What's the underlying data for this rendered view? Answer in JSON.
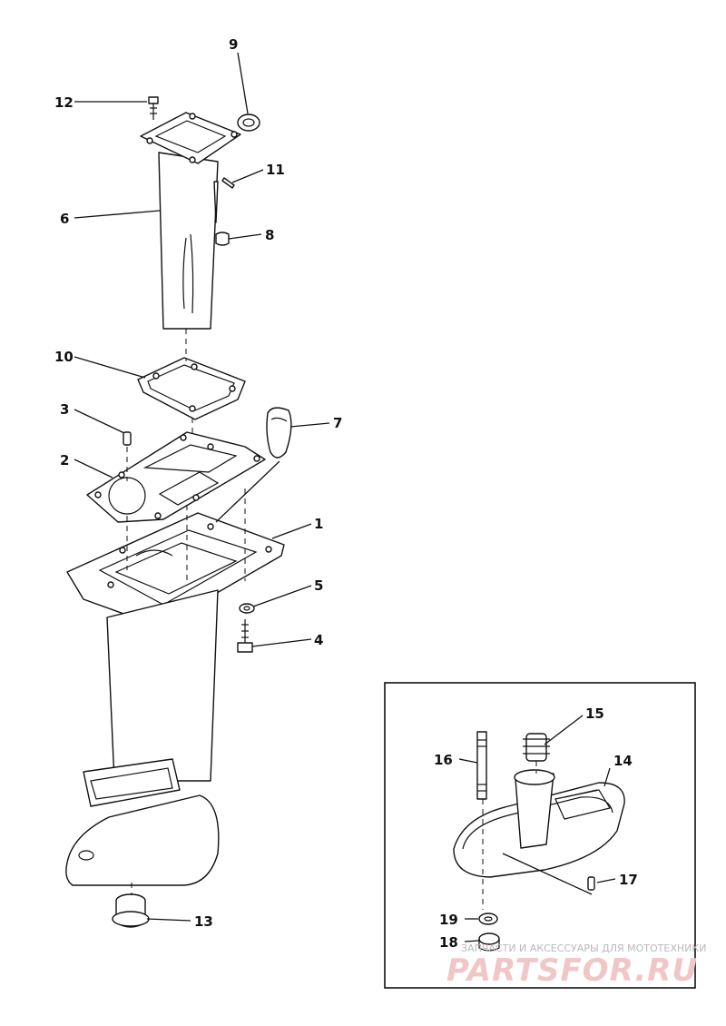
{
  "callouts": {
    "c1": "1",
    "c2": "2",
    "c3": "3",
    "c4": "4",
    "c5": "5",
    "c6": "6",
    "c7": "7",
    "c8": "8",
    "c9": "9",
    "c10": "10",
    "c11": "11",
    "c12": "12",
    "c13": "13",
    "c14": "14",
    "c15": "15",
    "c16": "16",
    "c17": "17",
    "c18": "18",
    "c19": "19"
  },
  "watermark": {
    "line1": "ЗАПЧАСТИ И АКСЕССУАРЫ ДЛЯ МОТОТЕХНИКИ",
    "line2": "PARTSFOR.RU"
  },
  "colors": {
    "ink": "#111111",
    "watermark_text": "#b9b9b9",
    "watermark_logo": "#f1c6c6"
  }
}
